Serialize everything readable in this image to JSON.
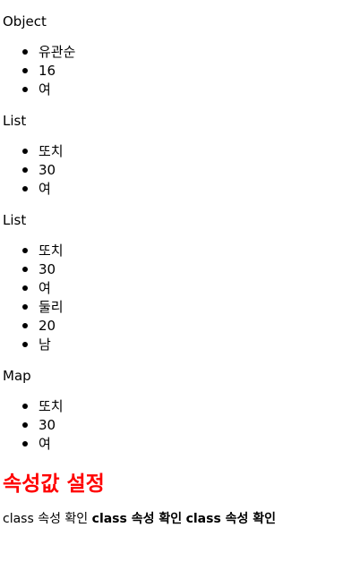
{
  "sections": [
    {
      "label": "Object",
      "items": [
        "유관순",
        "16",
        "여"
      ]
    },
    {
      "label": "List",
      "items": [
        "또치",
        "30",
        "여"
      ]
    },
    {
      "label": "List",
      "items": [
        "또치",
        "30",
        "여",
        "둘리",
        "20",
        "남"
      ]
    },
    {
      "label": "Map",
      "items": [
        "또치",
        "30",
        "여"
      ]
    }
  ],
  "attr_heading": "속성값 설정",
  "class_line": {
    "plain": "class 속성 확인",
    "bold1": "class 속성 확인",
    "bold2": "class 속성 확인"
  },
  "colors": {
    "heading": "#ff0000"
  }
}
